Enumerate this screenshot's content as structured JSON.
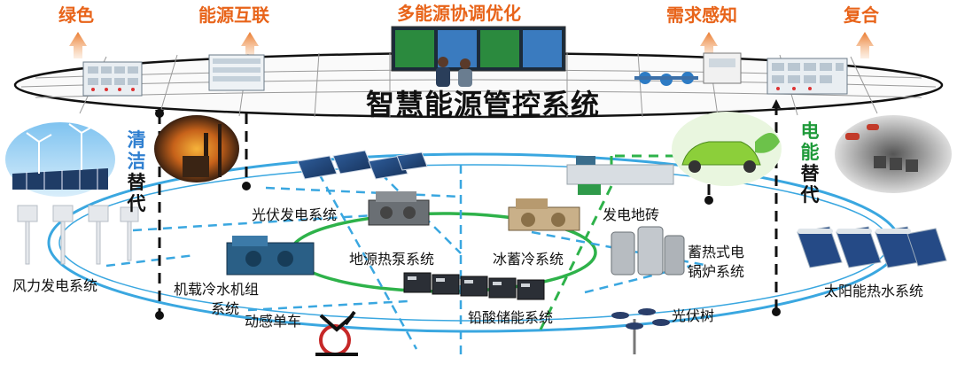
{
  "top_labels": [
    "绿色",
    "能源互联",
    "多能源协调优化",
    "需求感知",
    "复合"
  ],
  "center_title": "智慧能源管控系统",
  "left_vertical": {
    "colored": [
      "清",
      "洁"
    ],
    "black": [
      "替",
      "代"
    ]
  },
  "right_vertical": {
    "colored": [
      "电",
      "能"
    ],
    "black": [
      "替",
      "代"
    ]
  },
  "systems": {
    "pv_power": "光伏发电系统",
    "power_tile": "发电地砖",
    "ground_source_heat_pump": "地源热泵系统",
    "ice_storage": "冰蓄冷系统",
    "heat_storage_boiler_1": "蓄热式电",
    "heat_storage_boiler_2": "锅炉系统",
    "wind_power": "风力发电系统",
    "onboard_chiller_1": "机载冷水机组",
    "onboard_chiller_2": "系统",
    "lead_acid_storage": "铅酸储能系统",
    "pv_tree": "光伏树",
    "solar_water_heater": "太阳能热水系统",
    "exercise_bike": "动感单车"
  },
  "colors": {
    "accent_orange": "#e8641a",
    "clean_blue": "#2f7fd0",
    "electric_green": "#1f9a3a",
    "ring_blue": "#3aa7e0",
    "ring_green": "#2eb24a"
  }
}
